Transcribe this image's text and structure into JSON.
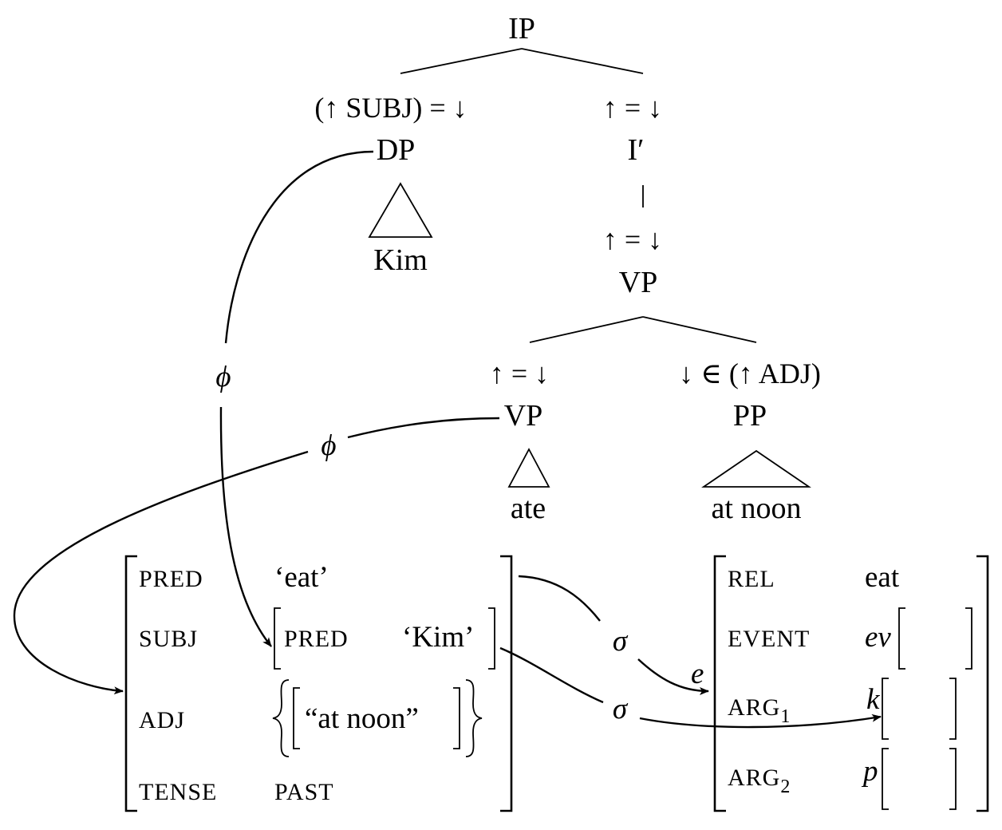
{
  "tree": {
    "root": "IP",
    "subj_annotation": "(↑ SUBJ) = ↓",
    "dp": "DP",
    "kim": "Kim",
    "head_annotation_1": "↑ = ↓",
    "ibar": "I′",
    "head_annotation_2": "↑ = ↓",
    "vp_top": "VP",
    "head_annotation_3": "↑ = ↓",
    "vp_lower": "VP",
    "ate": "ate",
    "adj_annotation": "↓ ∈ (↑ ADJ)",
    "pp": "PP",
    "at_noon": "at noon"
  },
  "mappings": {
    "phi_1": "ϕ",
    "phi_2": "ϕ",
    "sigma_1": "σ",
    "sigma_2": "σ"
  },
  "fstructure": {
    "pred_attr": "PRED",
    "pred_val": "‘eat’",
    "subj_attr": "SUBJ",
    "subj_pred_attr": "PRED",
    "subj_pred_val": "‘Kim’",
    "adj_attr": "ADJ",
    "adj_val": "“at noon”",
    "tense_attr": "TENSE",
    "tense_val": "PAST"
  },
  "sstructure": {
    "rel_attr": "REL",
    "rel_val": "eat",
    "event_attr": "EVENT",
    "event_val": "ev",
    "arg1_attr": "ARG",
    "arg1_sub": "1",
    "arg1_val": "k",
    "arg2_attr": "ARG",
    "arg2_sub": "2",
    "arg2_val": "p",
    "e_label": "e"
  }
}
